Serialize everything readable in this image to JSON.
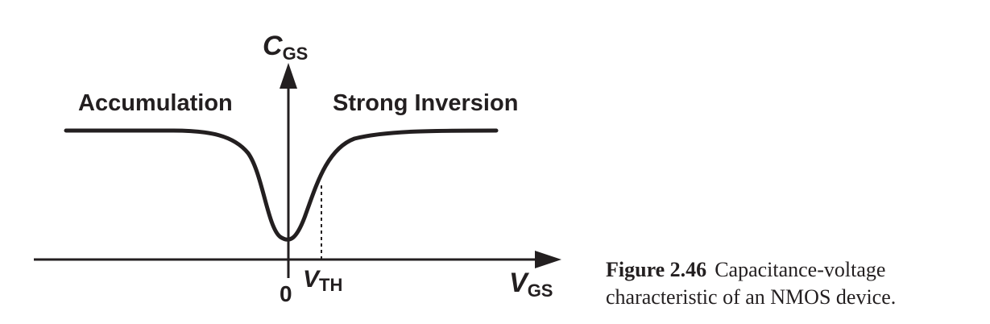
{
  "diagram": {
    "y_axis_label": {
      "main": "C",
      "sub": "GS"
    },
    "x_axis_label": {
      "main": "V",
      "sub": "GS"
    },
    "origin_label": "0",
    "threshold_label": {
      "main": "V",
      "sub": "TH"
    },
    "region_left_label": "Accumulation",
    "region_right_label": "Strong Inversion"
  },
  "caption": {
    "figure_number": "Figure 2.46",
    "text": "Capacitance-voltage characteristic of an NMOS device."
  },
  "colors": {
    "ink": "#231f20",
    "background": "#ffffff"
  }
}
